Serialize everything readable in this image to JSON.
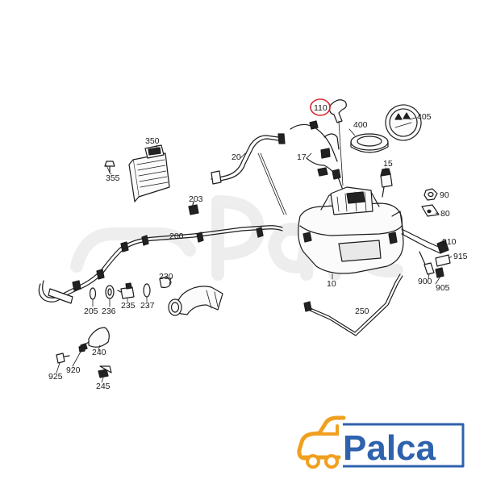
{
  "diagram": {
    "callouts": [
      "110",
      "400",
      "405",
      "350",
      "20",
      "17",
      "15",
      "355",
      "203",
      "200",
      "90",
      "80",
      "910",
      "915",
      "900",
      "905",
      "230",
      "10",
      "250",
      "205",
      "236",
      "235",
      "237",
      "240",
      "920",
      "925",
      "245"
    ],
    "highlighted": "110",
    "highlight_color": "#d9262c"
  },
  "logo": {
    "brand": "Palca",
    "brand_color": "#2f62ad",
    "accent_color": "#f0a020"
  }
}
